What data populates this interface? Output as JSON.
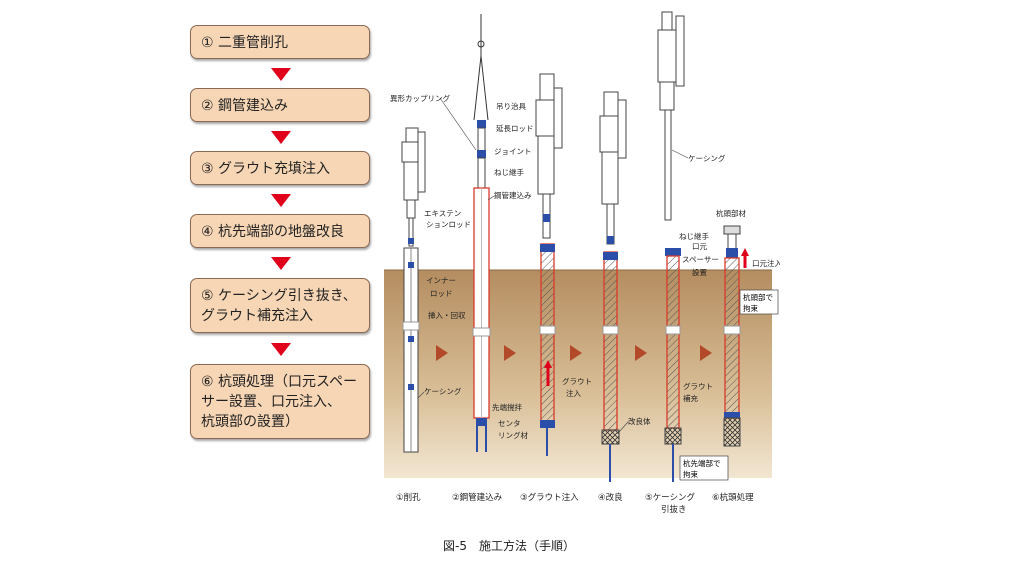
{
  "steps": [
    {
      "label": "① 二重管削孔"
    },
    {
      "label": "② 鋼管建込み"
    },
    {
      "label": "③ グラウト充填注入"
    },
    {
      "label": "④ 杭先端部の地盤改良"
    },
    {
      "label": "⑤ ケーシング引き抜き、\nグラウト補充注入"
    },
    {
      "label": "⑥ 杭頭処理（口元スペー\nサー設置、口元注入、\n杭頭部の設置）"
    }
  ],
  "annotations": {
    "irregular_coupling": "異形カップリング",
    "lifting_jig": "吊り治具",
    "extension_rod": "延長ロッド",
    "joint": "ジョイント",
    "screw_joint": "ねじ継手",
    "pipe_install": "鋼管建込み",
    "extension_rod2a": "エキステン",
    "extension_rod2b": "ションロッド",
    "inner_rod_a": "インナー",
    "inner_rod_b": "ロッド",
    "inner_rod_c": "挿入・回収",
    "casing1": "ケーシング",
    "tip_stirring": "先端撹拌",
    "centering_a": "センタ",
    "centering_b": "リング材",
    "grout_inject_a": "グラウト",
    "grout_inject_b": "注入",
    "improved_body": "改良体",
    "casing2": "ケーシング",
    "grout_refill_a": "グラウト",
    "grout_refill_b": "補充",
    "pile_head_member": "杭頭部材",
    "screw_joint2": "ねじ継手",
    "mouth": "口元",
    "spacer_a": "スペーサー",
    "spacer_b": "設置",
    "mouth_inject": "口元注入",
    "pile_head_restraint_a": "杭頭部で",
    "pile_head_restraint_b": "拘束",
    "pile_tip_restraint_a": "杭先端部で",
    "pile_tip_restraint_b": "拘束"
  },
  "stage_labels": [
    {
      "line1": "①削孔",
      "line2": ""
    },
    {
      "line1": "②鋼管建込み",
      "line2": ""
    },
    {
      "line1": "③グラウト注入",
      "line2": ""
    },
    {
      "line1": "④改良",
      "line2": ""
    },
    {
      "line1": "⑤ケーシング",
      "line2": "引抜き"
    },
    {
      "line1": "⑥杭頭処理",
      "line2": ""
    }
  ],
  "caption": "図-5　施工方法（手順）",
  "colors": {
    "step_fill": "#f7d6b5",
    "arrow_red": "#e0001b",
    "ground": "#c9a57a",
    "ground_dark": "#a27a4d",
    "rod_blue": "#2b4ea8",
    "pipe_red": "#d93a2b",
    "stage_arrow": "#b24a2a"
  }
}
